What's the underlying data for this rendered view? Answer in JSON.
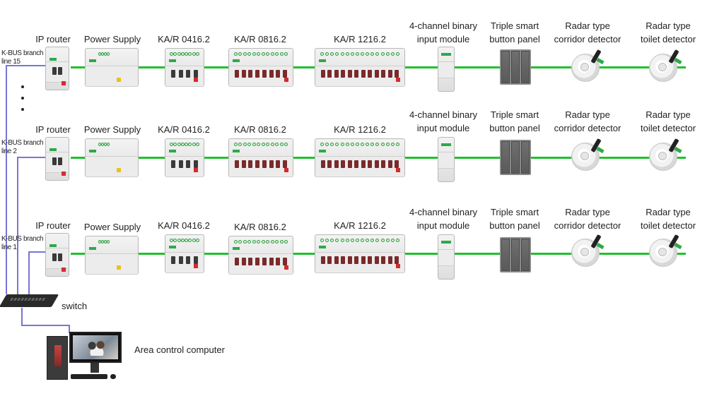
{
  "devices": {
    "ip_router": "IP router",
    "power_supply": "Power Supply",
    "ka_0416": "KA/R 0416.2",
    "ka_0816": "KA/R 0816.2",
    "ka_1216": "KA/R 1216.2",
    "binary_1": "4-channel binary",
    "binary_2": "input module",
    "triple_1": "Triple smart",
    "triple_2": "button panel",
    "corridor_1": "Radar type",
    "corridor_2": "corridor detector",
    "toilet_1": "Radar type",
    "toilet_2": "toilet detector"
  },
  "branches": {
    "top": {
      "l1": "K-BUS branch",
      "l2": "line 15"
    },
    "middle": {
      "l1": "K-BUS branch",
      "l2": "line 2"
    },
    "bottom": {
      "l1": "K-BUS branch",
      "l2": "line 1"
    }
  },
  "network": {
    "switch": "switch",
    "computer": "Area control computer"
  },
  "colors": {
    "bus": "#21c02e",
    "network": "#7676d6"
  }
}
